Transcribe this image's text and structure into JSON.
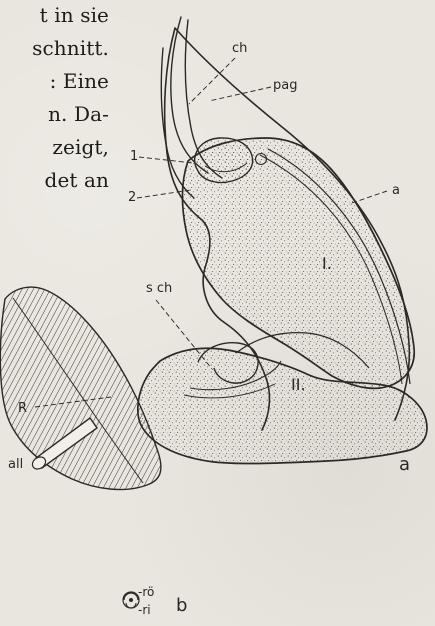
{
  "page": {
    "text_lines": [
      "t in sie",
      "schnitt.",
      ": Eine",
      "n.   Da-",
      "zeigt,",
      "det an"
    ]
  },
  "figure": {
    "labels": {
      "ch": "ch",
      "pag": "pag",
      "one": "1",
      "two": "2",
      "a_side": "a",
      "i": "I.",
      "sch": "s ch",
      "ii": "II.",
      "r": "R",
      "all": "all",
      "a_panel": "a",
      "ro": "-rö",
      "ri": "-ri",
      "b_panel": "b"
    }
  }
}
